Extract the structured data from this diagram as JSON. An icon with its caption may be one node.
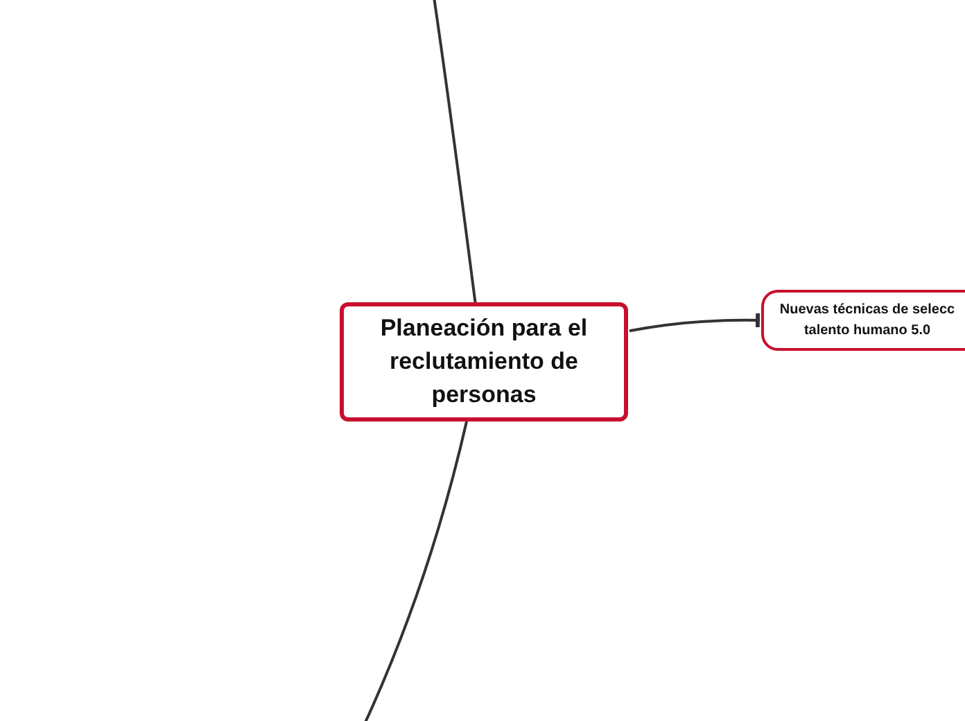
{
  "diagram": {
    "nodes": [
      {
        "text": [
          "Planeación para el reclutamiento de personas"
        ]
      },
      {
        "text": [
          "Nuevas técnicas de selecc talento humano 5.0"
        ]
      }
    ],
    "edges": [
      {
        "from": 0,
        "to": null,
        "arrow": "none"
      },
      {
        "from": 0,
        "to": null,
        "arrow": "none"
      },
      {
        "from": 0,
        "to": 1,
        "arrow": "other"
      }
    ]
  }
}
